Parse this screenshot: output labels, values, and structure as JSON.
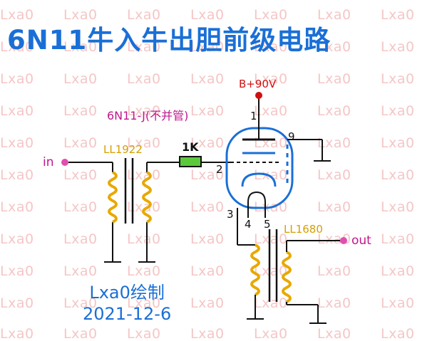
{
  "watermark": "Lxa0",
  "title": "6N11牛入牛出胆前级电路",
  "supply_label": "B+90V",
  "tube_label": "6N11-J(不并管)",
  "input_transformer": "LL1922",
  "output_transformer": "LL1680",
  "resistor_label": "1K",
  "input_label": "in",
  "output_label": "out",
  "pins": {
    "p1": "1",
    "p2": "2",
    "p3": "3",
    "p4": "4",
    "p5": "5",
    "p9": "9"
  },
  "credit": {
    "author": "Lxa0绘制",
    "date": "2021-12-6"
  },
  "colors": {
    "title": "#1a6fd6",
    "tube": "#1a6fd6",
    "winding": "#e8a800",
    "resistor": "#5cc93a",
    "supply": "#d01010",
    "terminal": "#e04fb0",
    "watermark": "#f5c6c6"
  }
}
